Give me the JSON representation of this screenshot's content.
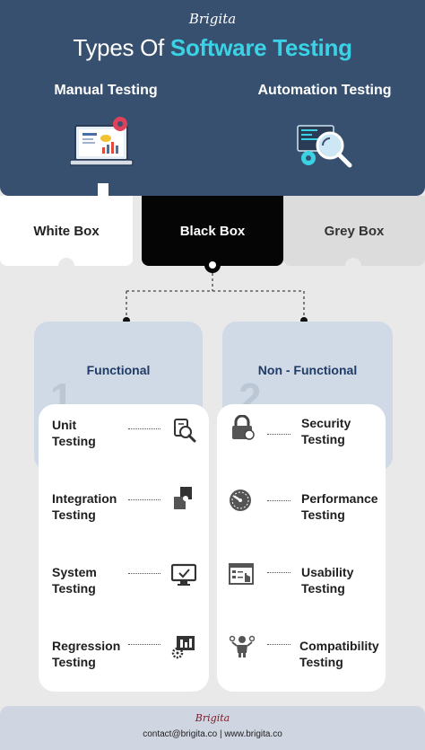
{
  "header": {
    "brand": "Brigita",
    "title_prefix": "Types Of",
    "title_highlight": "Software Testing",
    "manual_title": "Manual Testing",
    "automation_title": "Automation Testing"
  },
  "tabs": {
    "white": "White Box",
    "black": "Black Box",
    "grey": "Grey Box"
  },
  "categories": {
    "functional": {
      "label": "Functional",
      "number": "1"
    },
    "non_functional": {
      "label": "Non - Functional",
      "number": "2"
    }
  },
  "functional_items": [
    {
      "line1": "Unit",
      "line2": "Testing",
      "icon": "magnifier-document-icon"
    },
    {
      "line1": "Integration",
      "line2": "Testing",
      "icon": "puzzle-documents-icon"
    },
    {
      "line1": "System",
      "line2": "Testing",
      "icon": "monitor-check-icon"
    },
    {
      "line1": "Regression",
      "line2": "Testing",
      "icon": "chart-gear-icon"
    }
  ],
  "non_functional_items": [
    {
      "line1": "Security",
      "line2": "Testing",
      "icon": "lock-icon"
    },
    {
      "line1": "Performance",
      "line2": "Testing",
      "icon": "speedometer-icon"
    },
    {
      "line1": "Usability",
      "line2": "Testing",
      "icon": "checklist-hand-icon"
    },
    {
      "line1": "Compatibility",
      "line2": "Testing",
      "icon": "person-gears-icon"
    }
  ],
  "footer": {
    "brand": "Brigita",
    "contact": "contact@brigita.co  |  www.brigita.co"
  },
  "colors": {
    "header_bg": "#37506f",
    "accent": "#3bd2e6",
    "category_bg": "#d0d9e6",
    "category_text": "#1f3b66"
  }
}
